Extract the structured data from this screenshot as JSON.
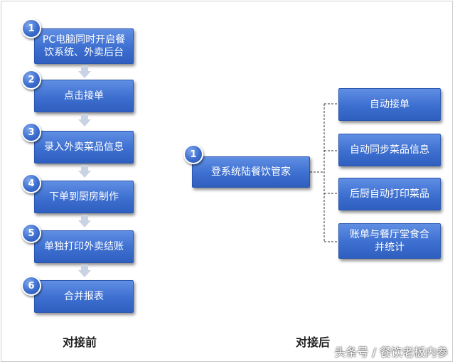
{
  "before": {
    "steps": [
      {
        "num": "1",
        "label_line1": "PC电脑同时开启餐",
        "label_line2": "饮系统、外卖后台"
      },
      {
        "num": "2",
        "label": "点击接单"
      },
      {
        "num": "3",
        "label": "录入外卖菜品信息"
      },
      {
        "num": "4",
        "label": "下单到厨房制作"
      },
      {
        "num": "5",
        "label": "单独打印外卖结账"
      },
      {
        "num": "6",
        "label": "合并报表"
      }
    ],
    "caption": "对接前"
  },
  "after": {
    "start": {
      "num": "1",
      "label": "登系统陆餐饮管家"
    },
    "items": [
      {
        "label": "自动接单"
      },
      {
        "label": "自动同步菜品信息"
      },
      {
        "label": "后厨自动打印菜品"
      },
      {
        "label_line1": "账单与餐厅堂食合",
        "label_line2": "并统计"
      }
    ],
    "caption": "对接后"
  },
  "watermark": "头条号 / 餐饮老板内参",
  "colors": {
    "box": "#3d6fd0",
    "arrow": "#c9d3e3",
    "connector": "#333333"
  }
}
